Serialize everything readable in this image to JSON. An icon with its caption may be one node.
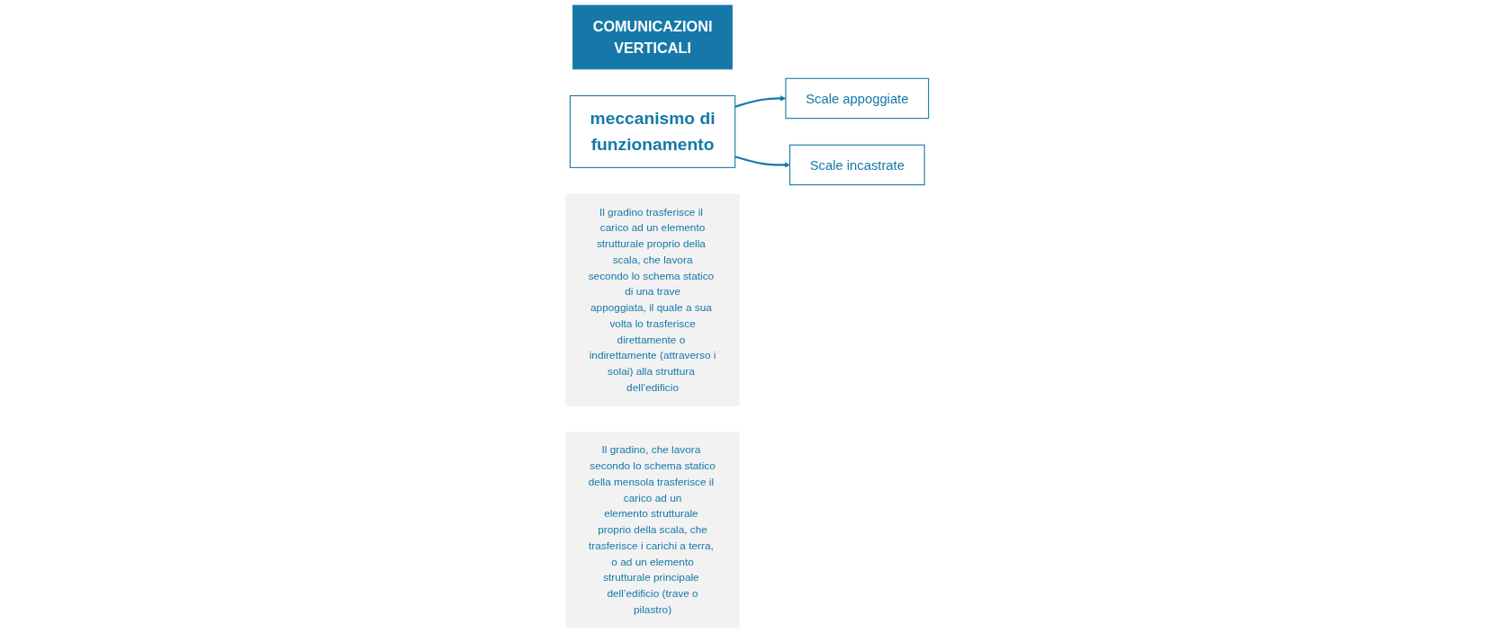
{
  "diagram": {
    "nodes": [
      {
        "text": [
          "COMUNICAZIONI VERTICALI"
        ]
      },
      {
        "text": [
          "meccanismo di funzionamento"
        ]
      },
      {
        "text": [
          "Scale appoggiate"
        ]
      },
      {
        "text": [
          "Il gradino trasferisce il carico ad un elemento strutturale proprio della scala, che lavora secondo lo schema statico di una trave appoggiata, il quale a sua volta lo trasferisce direttamente o indirettamente (attraverso i solai) alla struttura dell’edificio"
        ]
      },
      {
        "text": [
          "Scale incastrate"
        ]
      },
      {
        "text": [
          "Il gradino, che lavora secondo lo schema statico della mensola trasferisce il carico ad un elemento strutturale proprio della scala, che trasferisce i carichi a terra, o ad un elemento strutturale principale dell’edificio (trave o pilastro)"
        ]
      }
    ],
    "edges": [
      {
        "from": 1,
        "to": 2,
        "arrow": "to"
      },
      {
        "from": 1,
        "to": 4,
        "arrow": "to"
      }
    ]
  }
}
